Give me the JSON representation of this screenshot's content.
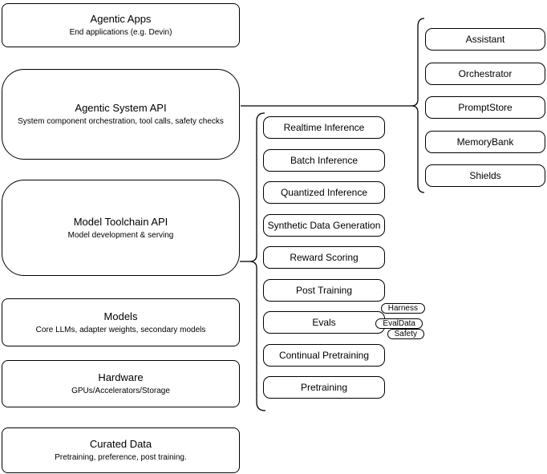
{
  "colors": {
    "border": "#000000",
    "fill": "#ffffff",
    "background": "#ffffff"
  },
  "stack": [
    {
      "title": "Agentic Apps",
      "subtitle": "End applications (e.g. Devin)"
    },
    {
      "title": "Agentic System API",
      "subtitle": "System component orchestration, tool calls, safety checks"
    },
    {
      "title": "Model Toolchain API",
      "subtitle": "Model development & serving"
    },
    {
      "title": "Models",
      "subtitle": "Core LLMs, adapter weights, secondary models"
    },
    {
      "title": "Hardware",
      "subtitle": "GPUs/Accelerators/Storage"
    },
    {
      "title": "Curated Data",
      "subtitle": "Pretraining, preference, post training."
    }
  ],
  "toolchain_capabilities": {
    "items": [
      {
        "label": "Realtime Inference"
      },
      {
        "label": "Batch Inference"
      },
      {
        "label": "Quantized Inference"
      },
      {
        "label": "Synthetic Data Generation"
      },
      {
        "label": "Reward Scoring"
      },
      {
        "label": "Post Training"
      },
      {
        "label": "Evals",
        "tags": [
          "Harness",
          "EvalData",
          "Safety"
        ]
      },
      {
        "label": "Continual Pretraining"
      },
      {
        "label": "Pretraining"
      }
    ]
  },
  "system_components": {
    "items": [
      "Assistant",
      "Orchestrator",
      "PromptStore",
      "MemoryBank",
      "Shields"
    ]
  }
}
